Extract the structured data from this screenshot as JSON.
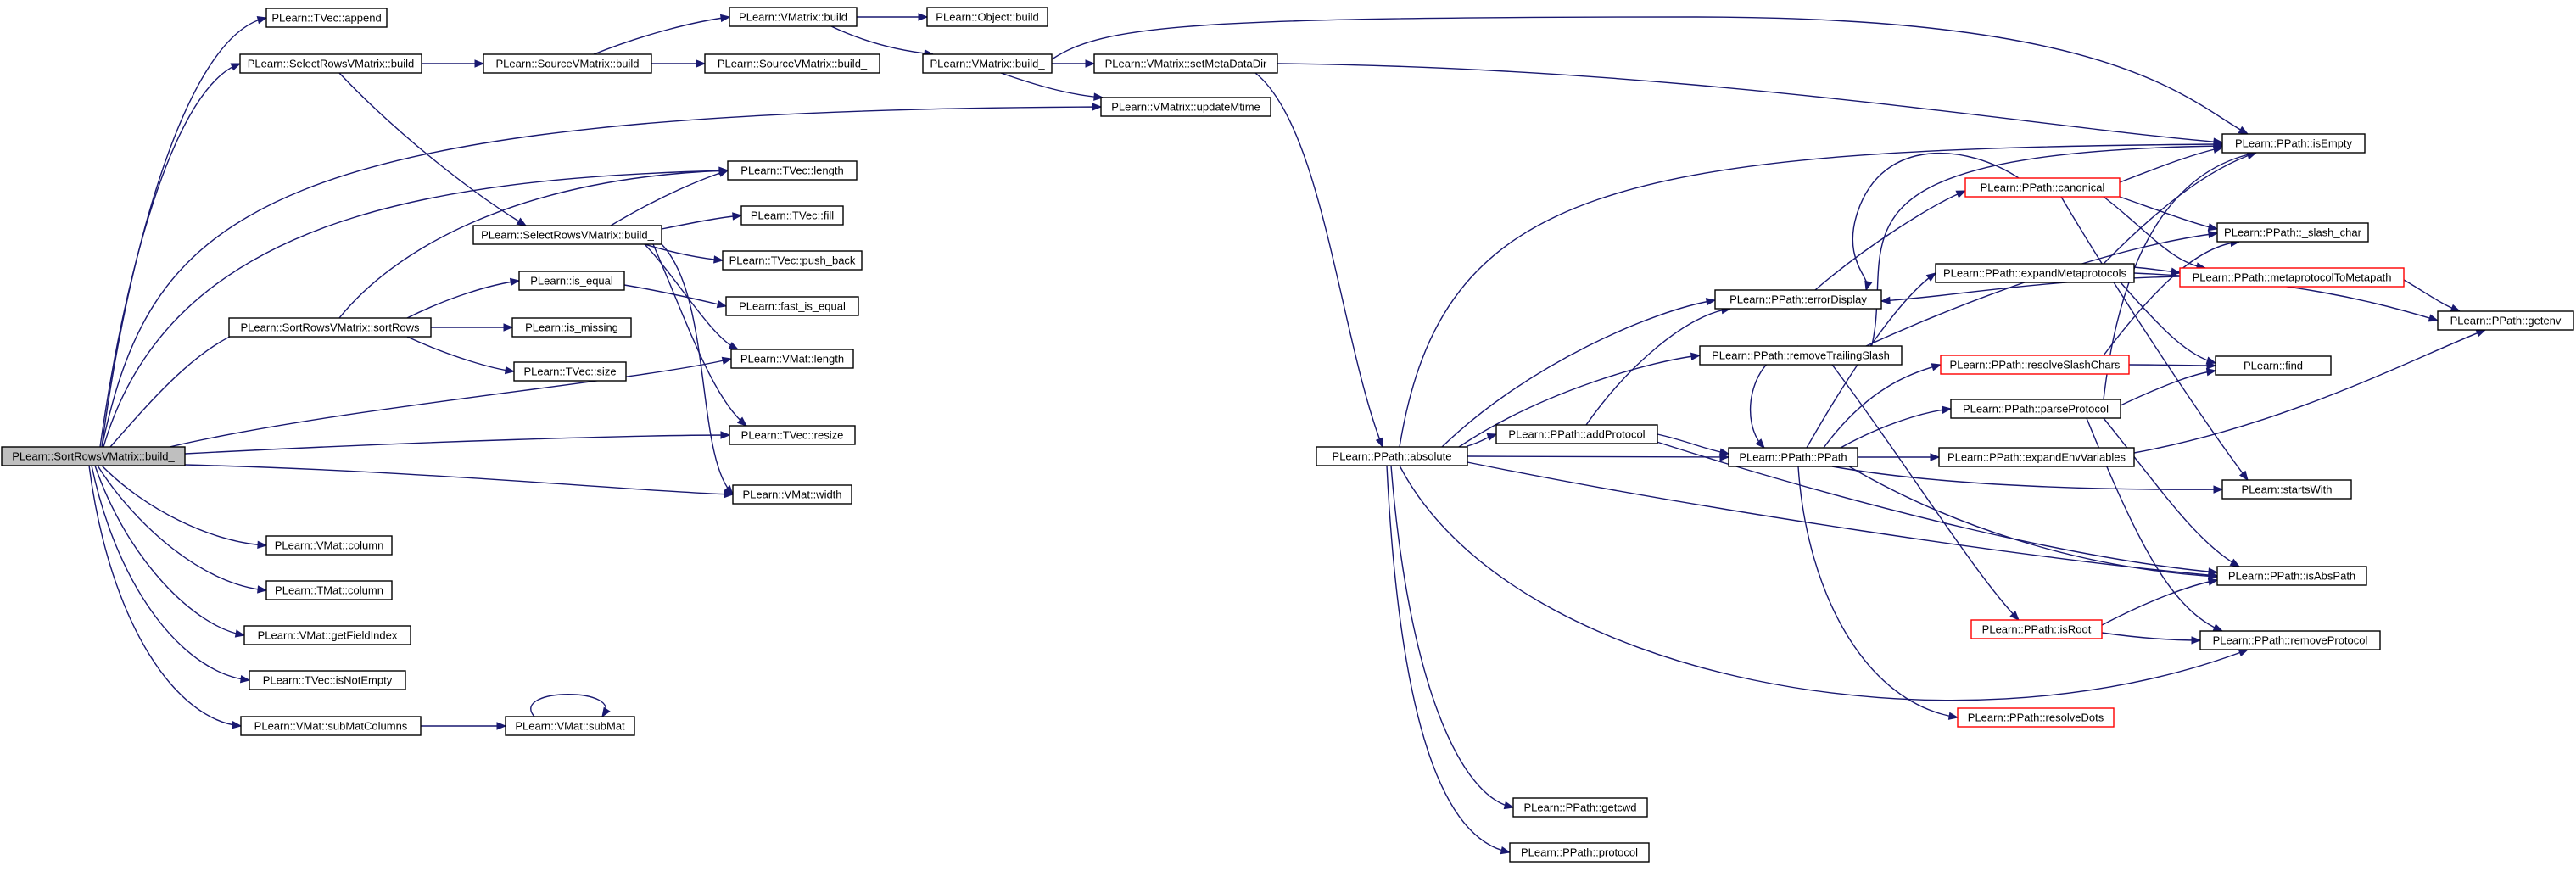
{
  "colors": {
    "edge": "#191970",
    "root_fill": "#bfbfbf",
    "node_border": "#000000",
    "truncated_border": "#ff0000"
  },
  "nodes": [
    {
      "id": "root",
      "label": "PLearn::SortRowsVMatrix::build_",
      "style": "root"
    },
    {
      "id": "tvec_append",
      "label": "PLearn::TVec::append"
    },
    {
      "id": "selrows_build",
      "label": "PLearn::SelectRowsVMatrix::build"
    },
    {
      "id": "src_build",
      "label": "PLearn::SourceVMatrix::build"
    },
    {
      "id": "vm_build",
      "label": "PLearn::VMatrix::build"
    },
    {
      "id": "obj_build",
      "label": "PLearn::Object::build"
    },
    {
      "id": "src_build_",
      "label": "PLearn::SourceVMatrix::build_"
    },
    {
      "id": "vm_build_",
      "label": "PLearn::VMatrix::build_"
    },
    {
      "id": "set_meta",
      "label": "PLearn::VMatrix::setMetaDataDir"
    },
    {
      "id": "upd_mtime",
      "label": "PLearn::VMatrix::updateMtime"
    },
    {
      "id": "tvec_length",
      "label": "PLearn::TVec::length"
    },
    {
      "id": "selrows_build_",
      "label": "PLearn::SelectRowsVMatrix::build_"
    },
    {
      "id": "tvec_fill",
      "label": "PLearn::TVec::fill"
    },
    {
      "id": "tvec_push",
      "label": "PLearn::TVec::push_back"
    },
    {
      "id": "sortrows",
      "label": "PLearn::SortRowsVMatrix::sortRows"
    },
    {
      "id": "is_equal",
      "label": "PLearn::is_equal"
    },
    {
      "id": "fast_eq",
      "label": "PLearn::fast_is_equal"
    },
    {
      "id": "is_missing",
      "label": "PLearn::is_missing"
    },
    {
      "id": "tvec_size",
      "label": "PLearn::TVec::size"
    },
    {
      "id": "vmat_length",
      "label": "PLearn::VMat::length"
    },
    {
      "id": "tvec_resize",
      "label": "PLearn::TVec::resize"
    },
    {
      "id": "vmat_width",
      "label": "PLearn::VMat::width"
    },
    {
      "id": "vmat_column",
      "label": "PLearn::VMat::column"
    },
    {
      "id": "tmat_column",
      "label": "PLearn::TMat::column"
    },
    {
      "id": "vmat_field",
      "label": "PLearn::VMat::getFieldIndex"
    },
    {
      "id": "tvec_notempty",
      "label": "PLearn::TVec::isNotEmpty"
    },
    {
      "id": "vmat_submatcol",
      "label": "PLearn::VMat::subMatColumns"
    },
    {
      "id": "vmat_submat",
      "label": "PLearn::VMat::subMat"
    },
    {
      "id": "pp_absolute",
      "label": "PLearn::PPath::absolute"
    },
    {
      "id": "pp_addproto",
      "label": "PLearn::PPath::addProtocol"
    },
    {
      "id": "pp_errdisp",
      "label": "PLearn::PPath::errorDisplay"
    },
    {
      "id": "pp_rmtrail",
      "label": "PLearn::PPath::removeTrailingSlash"
    },
    {
      "id": "pp_ppath",
      "label": "PLearn::PPath::PPath"
    },
    {
      "id": "pp_getcwd",
      "label": "PLearn::PPath::getcwd"
    },
    {
      "id": "pp_protocol",
      "label": "PLearn::PPath::protocol"
    },
    {
      "id": "pp_canonical",
      "label": "PLearn::PPath::canonical",
      "style": "truncated"
    },
    {
      "id": "pp_expmeta",
      "label": "PLearn::PPath::expandMetaprotocols"
    },
    {
      "id": "pp_resslash",
      "label": "PLearn::PPath::resolveSlashChars",
      "style": "truncated"
    },
    {
      "id": "pp_parseproto",
      "label": "PLearn::PPath::parseProtocol"
    },
    {
      "id": "pp_expenv",
      "label": "PLearn::PPath::expandEnvVariables"
    },
    {
      "id": "pp_isroot",
      "label": "PLearn::PPath::isRoot",
      "style": "truncated"
    },
    {
      "id": "pp_resdots",
      "label": "PLearn::PPath::resolveDots",
      "style": "truncated"
    },
    {
      "id": "pp_isempty",
      "label": "PLearn::PPath::isEmpty"
    },
    {
      "id": "pp_slash",
      "label": "PLearn::PPath::_slash_char"
    },
    {
      "id": "pp_meta2path",
      "label": "PLearn::PPath::metaprotocolToMetapath",
      "style": "truncated"
    },
    {
      "id": "pp_getenv",
      "label": "PLearn::PPath::getenv"
    },
    {
      "id": "pl_find",
      "label": "PLearn::find"
    },
    {
      "id": "pl_startswith",
      "label": "PLearn::startsWith"
    },
    {
      "id": "pp_isabs",
      "label": "PLearn::PPath::isAbsPath"
    },
    {
      "id": "pp_rmproto",
      "label": "PLearn::PPath::removeProtocol"
    }
  ]
}
